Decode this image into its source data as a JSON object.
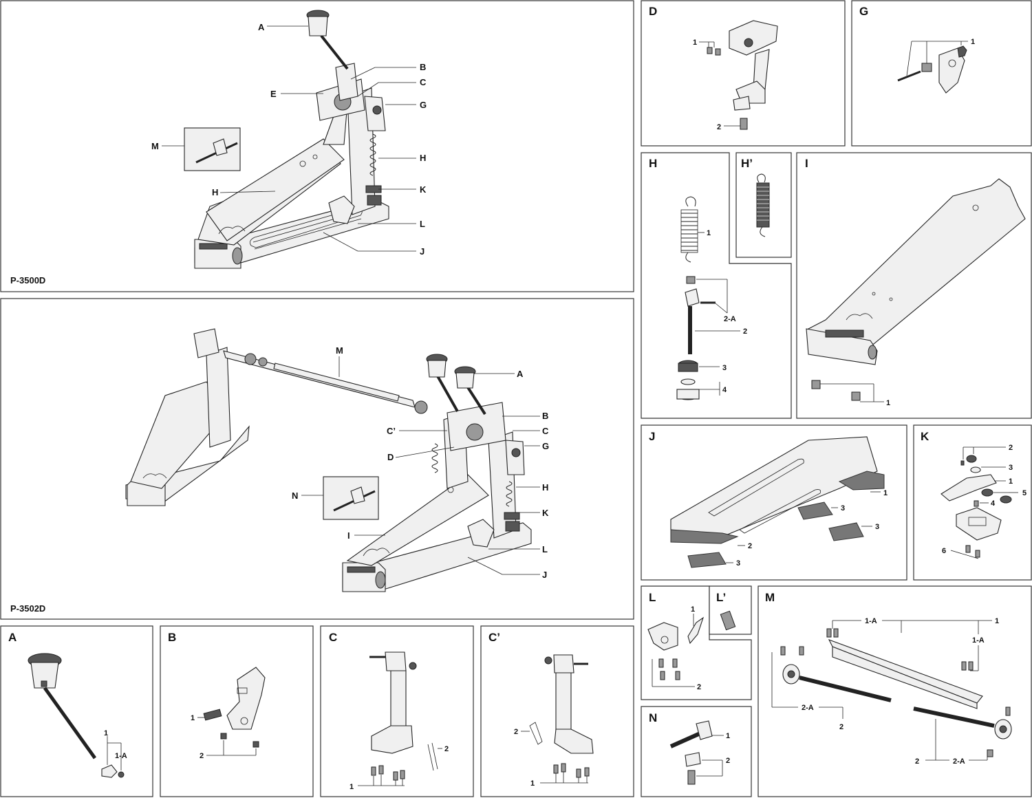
{
  "models": {
    "top": "P-3500D",
    "double": "P-3502D"
  },
  "assembly_top_callouts": {
    "a": "A",
    "b": "B",
    "c": "C",
    "e": "E",
    "g": "G",
    "h_right": "H",
    "m": "M",
    "h_left": "H",
    "k": "K",
    "l": "L",
    "j": "J"
  },
  "assembly_double_callouts": {
    "m": "M",
    "a": "A",
    "b": "B",
    "c_prime": "C’",
    "c": "C",
    "d": "D",
    "g": "G",
    "n": "N",
    "h": "H",
    "i": "I",
    "k": "K",
    "l": "L",
    "j": "J"
  },
  "panels": {
    "A": {
      "title": "A",
      "labels": [
        "1",
        "1-A"
      ]
    },
    "B": {
      "title": "B",
      "labels": [
        "1",
        "2"
      ]
    },
    "C": {
      "title": "C",
      "labels": [
        "2",
        "1"
      ]
    },
    "Cp": {
      "title": "C’",
      "labels": [
        "2",
        "1"
      ]
    },
    "D": {
      "title": "D",
      "labels": [
        "1",
        "2"
      ]
    },
    "G": {
      "title": "G",
      "labels": [
        "1"
      ]
    },
    "H": {
      "title": "H",
      "labels": [
        "1",
        "2-A",
        "2",
        "3",
        "4"
      ]
    },
    "Hp": {
      "title": "H’"
    },
    "I": {
      "title": "I",
      "labels": [
        "1"
      ]
    },
    "J": {
      "title": "J",
      "labels": [
        "1",
        "3",
        "3",
        "2",
        "3"
      ]
    },
    "K": {
      "title": "K",
      "labels": [
        "2",
        "3",
        "1",
        "5",
        "4",
        "6"
      ]
    },
    "L": {
      "title": "L",
      "labels": [
        "1",
        "2"
      ]
    },
    "Lp": {
      "title": "L’"
    },
    "M": {
      "title": "M",
      "labels": [
        "1-A",
        "1",
        "1-A",
        "2-A",
        "2",
        "2",
        "2-A"
      ]
    },
    "N": {
      "title": "N",
      "labels": [
        "1",
        "2"
      ]
    }
  }
}
